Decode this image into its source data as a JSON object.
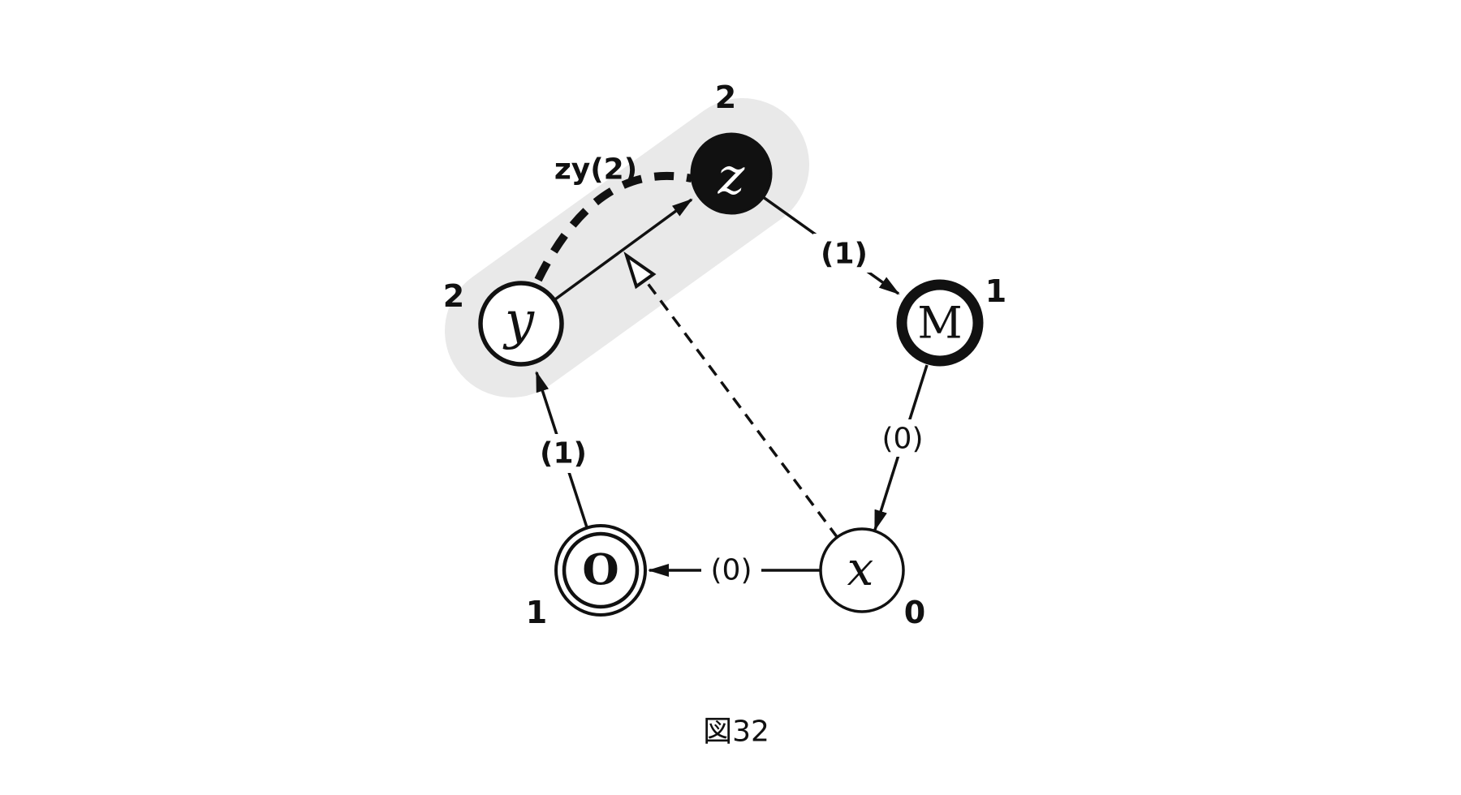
{
  "caption": "図32",
  "colors": {
    "background": "#ffffff",
    "ink": "#111111",
    "highlight_pill": "#e9e9e9",
    "node_fill": "#ffffff",
    "node_z_fill": "#111111",
    "node_z_text": "#ffffff"
  },
  "nodes": [
    {
      "id": "z",
      "label": "z",
      "badge": "2",
      "style": "filled-black"
    },
    {
      "id": "y",
      "label": "y",
      "badge": "2",
      "style": "outline"
    },
    {
      "id": "M",
      "label": "M",
      "badge": "1",
      "style": "thick-ring"
    },
    {
      "id": "O",
      "label": "O",
      "badge": "1",
      "style": "double-circle"
    },
    {
      "id": "x",
      "label": "x",
      "badge": "0",
      "style": "outline"
    }
  ],
  "edges": [
    {
      "from": "y",
      "to": "z",
      "label": "zy(2)",
      "style": "thick-dashed-curve"
    },
    {
      "from": "y",
      "to": "z",
      "label": "",
      "style": "solid-arrow"
    },
    {
      "from": "z",
      "to": "M",
      "label": "(1)",
      "style": "solid-arrow"
    },
    {
      "from": "M",
      "to": "x",
      "label": "(0)",
      "style": "solid-arrow"
    },
    {
      "from": "x",
      "to": "O",
      "label": "(0)",
      "style": "solid-arrow"
    },
    {
      "from": "O",
      "to": "y",
      "label": "(1)",
      "style": "solid-arrow"
    },
    {
      "from": "x",
      "to": "edge(y,z)",
      "label": "",
      "style": "thin-dashed-open-arrow"
    }
  ],
  "highlight": {
    "covers": "y and z nodes with zy(2) transition"
  }
}
